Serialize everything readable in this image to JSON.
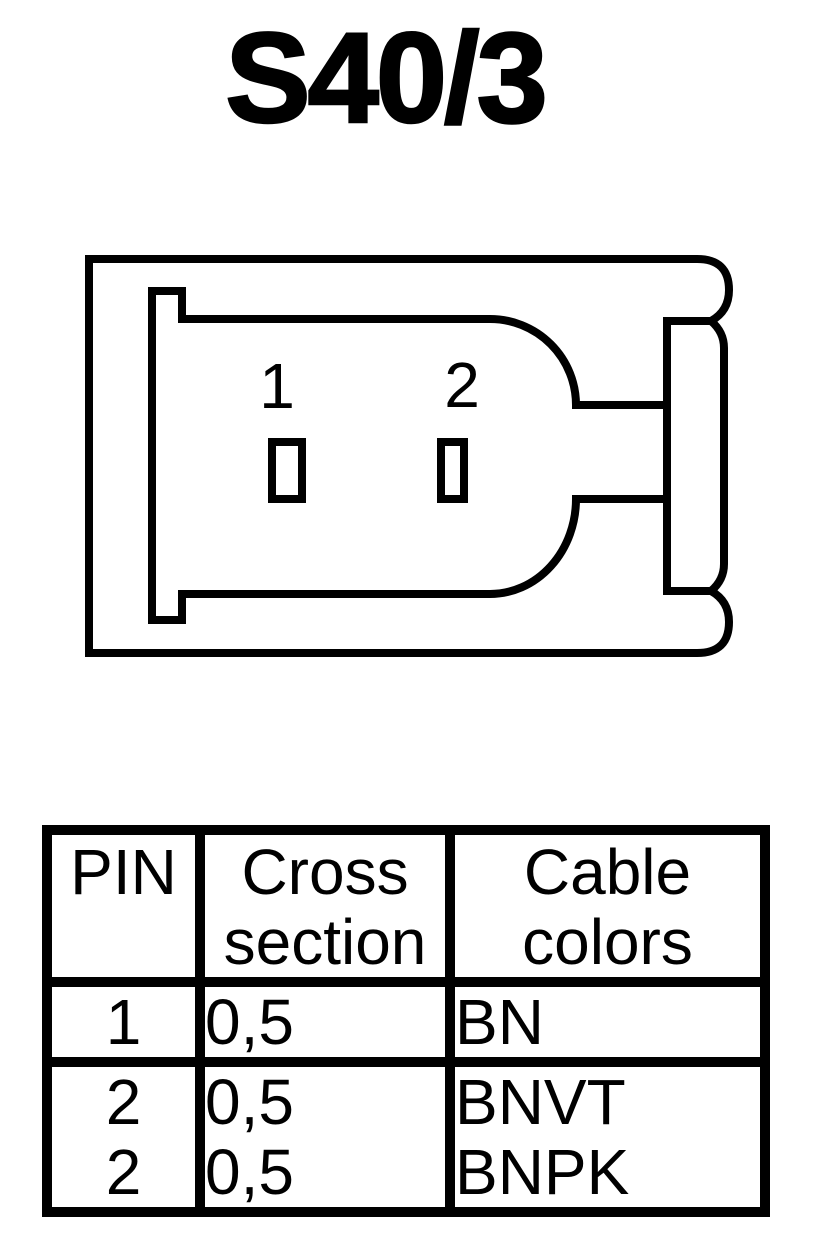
{
  "title": "S40/3",
  "connector": {
    "pins": [
      {
        "number": "1"
      },
      {
        "number": "2"
      }
    ]
  },
  "table": {
    "headers": {
      "pin": "PIN",
      "cross_section_lines": [
        "Cross",
        "section"
      ],
      "cable_colors_lines": [
        "Cable",
        "colors"
      ]
    },
    "row_groups": [
      {
        "rows": [
          {
            "pin": "1",
            "cross_section": "0,5",
            "cable_color": "BN"
          }
        ]
      },
      {
        "rows": [
          {
            "pin": "2",
            "cross_section": "0,5",
            "cable_color": "BNVT"
          },
          {
            "pin": "2",
            "cross_section": "0,5",
            "cable_color": "BNPK"
          }
        ]
      }
    ]
  },
  "colors": {
    "ink": "#000000",
    "background": "#ffffff"
  }
}
